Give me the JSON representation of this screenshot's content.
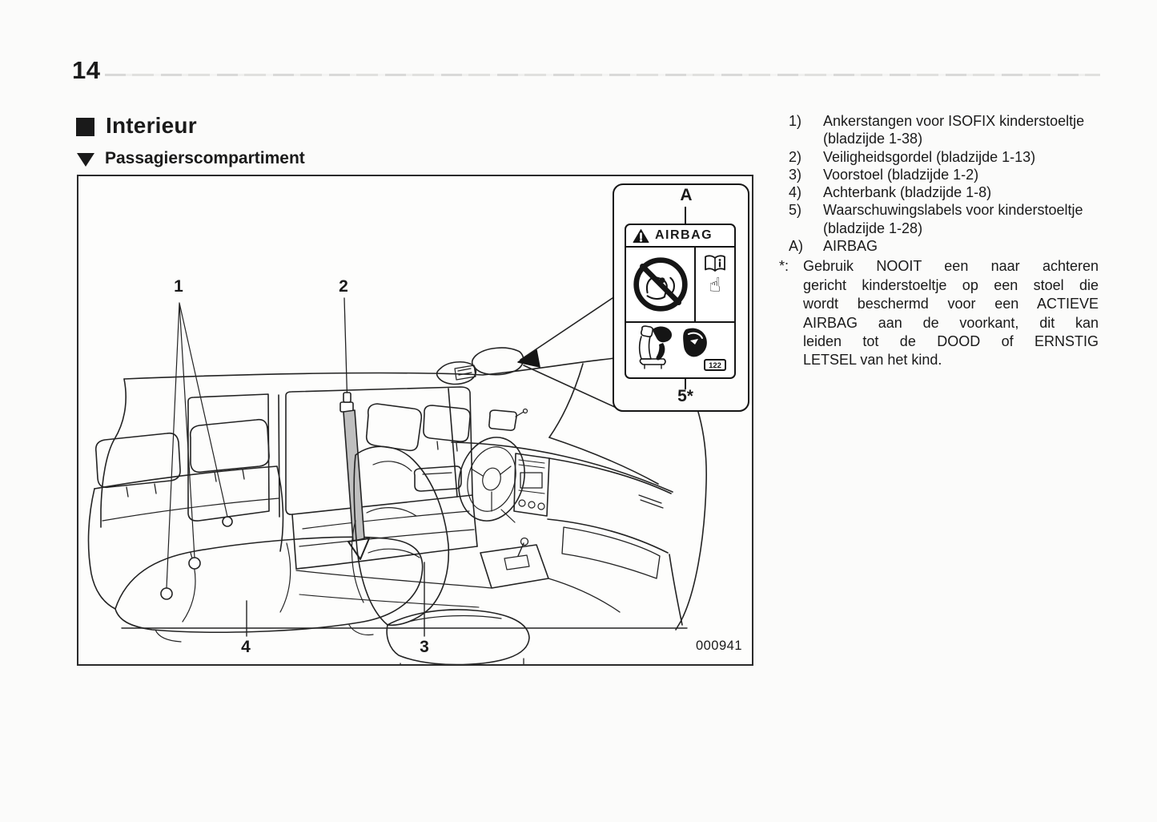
{
  "page": {
    "number": "14"
  },
  "headings": {
    "section": "Interieur",
    "subsection": "Passagierscompartiment"
  },
  "figure": {
    "code": "000941",
    "callouts": {
      "c1": "1",
      "c2": "2",
      "c3": "3",
      "c4": "4"
    },
    "inset": {
      "pointer_label": "A",
      "airbag_label": "AIRBAG",
      "ref_badge": "122",
      "callout": "5*"
    }
  },
  "legend": {
    "items": [
      {
        "marker": "1)",
        "lines": [
          "Ankerstangen voor ISOFIX kinderstoeltje",
          "(bladzijde 1-38)"
        ]
      },
      {
        "marker": "2)",
        "lines": [
          "Veiligheidsgordel (bladzijde 1-13)"
        ]
      },
      {
        "marker": "3)",
        "lines": [
          "Voorstoel (bladzijde 1-2)"
        ]
      },
      {
        "marker": "4)",
        "lines": [
          "Achterbank (bladzijde 1-8)"
        ]
      },
      {
        "marker": "5)",
        "lines": [
          "Waarschuwingslabels voor kinderstoeltje",
          "(bladzijde 1-28)"
        ]
      },
      {
        "marker": "A)",
        "lines": [
          "AIRBAG"
        ]
      }
    ],
    "footnote": {
      "marker": "*:",
      "lines": [
        "Gebruik NOOIT een naar achteren",
        "gericht kinderstoeltje op een stoel die",
        "wordt beschermd voor een ACTIEVE",
        "AIRBAG aan de voorkant, dit kan",
        "leiden tot de DOOD of ERNSTIG",
        "LETSEL van het kind."
      ],
      "text": "Gebruik NOOIT een naar achteren gericht kinderstoeltje op een stoel die wordt beschermd voor een ACTIEVE AIRBAG aan de voorkant, dit kan leiden tot de DOOD of ERNSTIG LETSEL van het kind."
    }
  }
}
